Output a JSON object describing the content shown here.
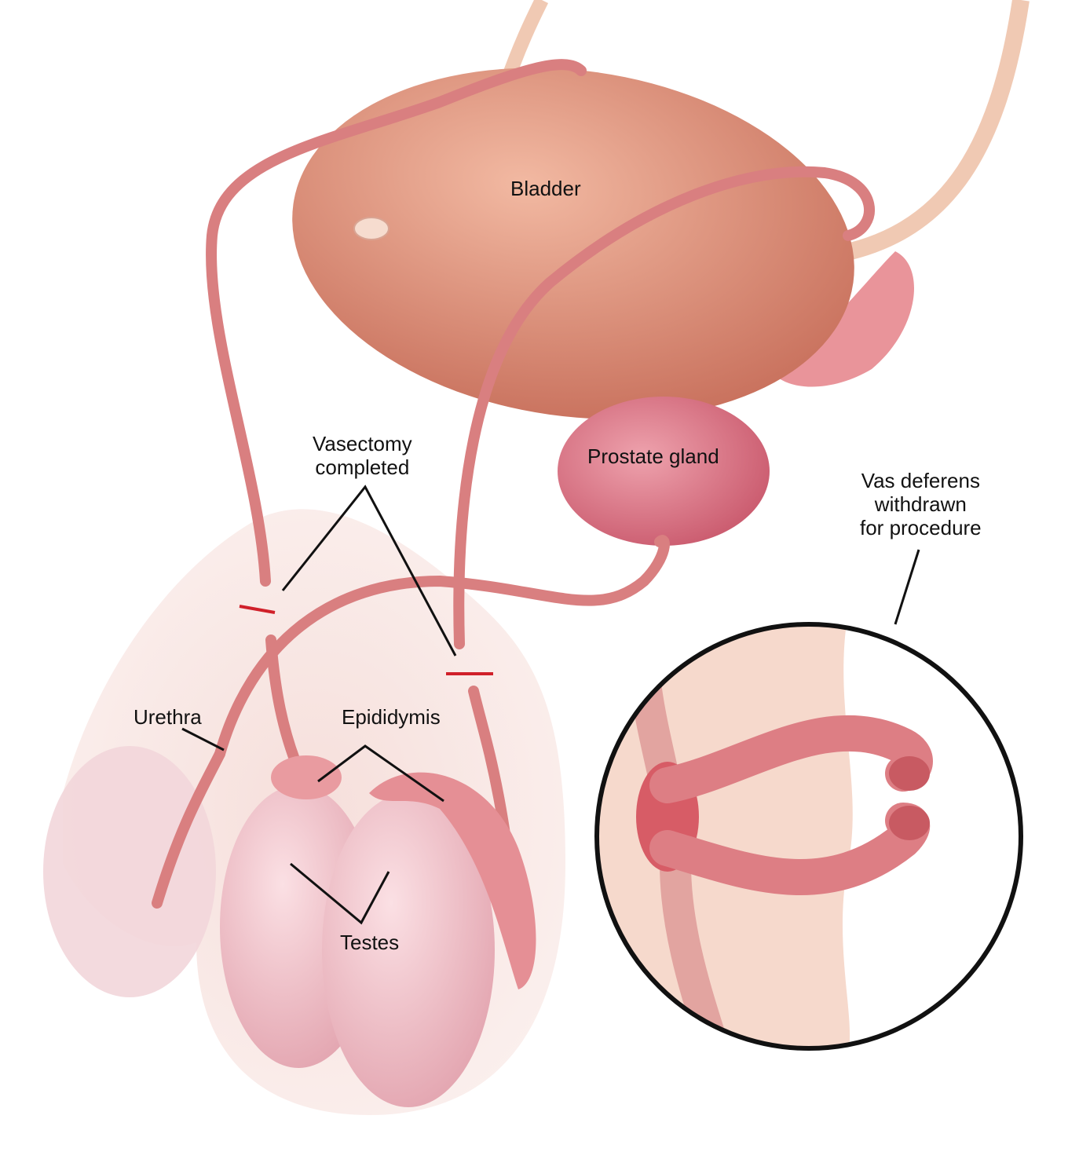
{
  "labels": {
    "bladder": "Bladder",
    "prostate": "Prostate gland",
    "vasectomy_line1": "Vasectomy",
    "vasectomy_line2": "completed",
    "vas_line1": "Vas deferens",
    "vas_line2": "withdrawn",
    "vas_line3": "for procedure",
    "urethra": "Urethra",
    "epididymis": "Epididymis",
    "testes": "Testes"
  },
  "colors": {
    "bladder": "#d98a72",
    "tube": "#d97f80",
    "skin": "#f4dcd8",
    "testis": "#f0bcc4",
    "cut_mark": "#d0202a"
  }
}
